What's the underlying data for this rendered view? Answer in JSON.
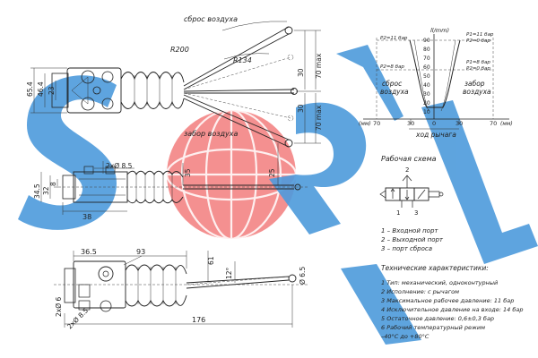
{
  "colors": {
    "watermark_blue": "#3a8fd8",
    "watermark_red": "#e84a4a",
    "ink": "#222222"
  },
  "top_view": {
    "exhaust_label": "сброс воздуха",
    "intake_label": "забор воздуха",
    "r200": "R200",
    "r134": "R134",
    "d654": "65.4",
    "d464": "46.4",
    "d23": "23",
    "d30a": "30",
    "d30b": "30",
    "d70max_a": "70 max",
    "d70max_b": "70 max"
  },
  "graph": {
    "y_axis_label": "ll/mm)",
    "y_ticks": [
      "90",
      "80",
      "70",
      "60",
      "50",
      "40",
      "30",
      "20",
      "10"
    ],
    "x_ticks": [
      "70",
      "30",
      "0",
      "30",
      "70"
    ],
    "x_unit_left": "(мм)",
    "x_unit_right": "(мм)",
    "lever_label": "ход рычага",
    "left_exhaust": "сброс\nвоздуха",
    "right_intake": "забор\nвоздуха",
    "left_p1": "P2=11 бар",
    "left_p2": "P2=8 бар",
    "right_p1a": "P1=11 бар",
    "right_p1b": "P2=0 бар",
    "right_p2a": "P1=8 бар",
    "right_p2b": "P2=0 бар"
  },
  "side_view": {
    "d2x85": "2xØ 8.5",
    "d35": "35",
    "d25": "25",
    "d345": "34.5",
    "d32": "32",
    "d8": "8",
    "d38": "38"
  },
  "bottom_view": {
    "d365": "36.5",
    "d93": "93",
    "d61": "61",
    "d12": "12°",
    "d65": "Ø 6.5",
    "d2x6": "2xØ 6",
    "d2x85": "2xØ 8.5",
    "d176": "176"
  },
  "schema": {
    "title": "Рабочая схема",
    "port_2": "2",
    "port_1": "1",
    "port_3": "3",
    "legend": [
      "1 – Входной порт",
      "2 – Выходной порт",
      "3 – порт сброса"
    ]
  },
  "specs": {
    "title": "Технические характеристики:",
    "items": [
      "1 Тип: механический, одноконтурный",
      "2 Исполнение: с рычагом",
      "3 Максимальное рабочее давление: 11 бар",
      "4 Исключительное давление на входе: 14 бар",
      "5 Остаточное давление: 0,6±0,3 бар",
      "6 Рабочий температурный режим",
      "–40°С до +80°С"
    ]
  }
}
